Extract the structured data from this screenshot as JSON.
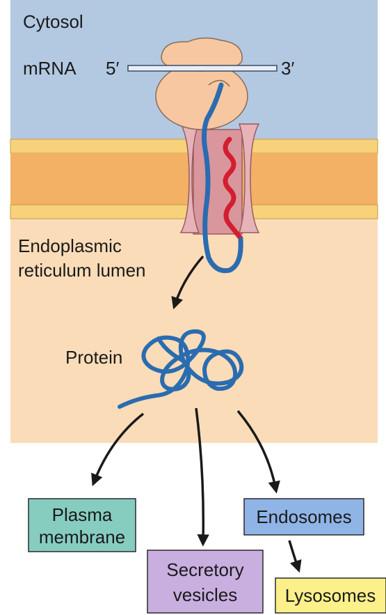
{
  "labels": {
    "cytosol": "Cytosol",
    "mrna": "mRNA",
    "five_prime": "5′",
    "three_prime": "3′",
    "er_lumen_line1": "Endoplasmic",
    "er_lumen_line2": "reticulum lumen",
    "protein": "Protein"
  },
  "destinations": {
    "plasma_membrane": {
      "line1": "Plasma",
      "line2": "membrane",
      "color": "#86cdc0"
    },
    "secretory_vesicles": {
      "line1": "Secretory",
      "line2": "vesicles",
      "color": "#c9aee0"
    },
    "endosomes": {
      "line1": "Endosomes",
      "color": "#8fb4e6"
    },
    "lysosomes": {
      "line1": "Lysosomes",
      "color": "#fbf08a"
    }
  },
  "colors": {
    "cytosol": "#b3c9e2",
    "lumen": "#fbdcb8",
    "membrane_outer": "#f7d27a",
    "membrane_core": "#f2b165",
    "translocon": "#e6b4b8",
    "ribosome": "#f6c7a0",
    "polypeptide": "#2a6cb0",
    "signal_sequence": "#d31e30"
  }
}
